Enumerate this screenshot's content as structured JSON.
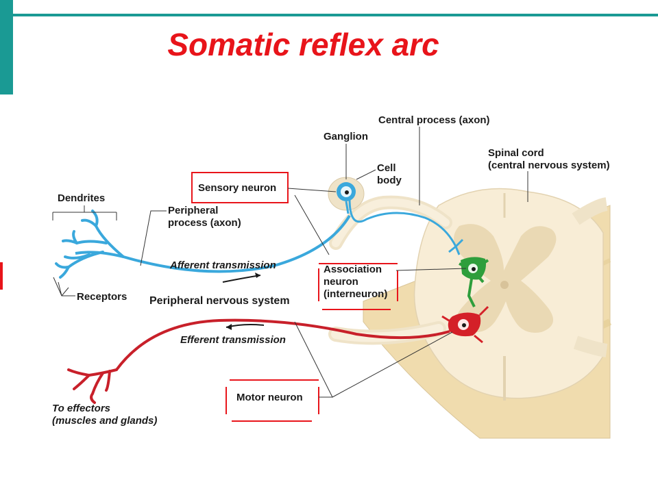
{
  "title": "Somatic reflex arc",
  "labels": {
    "dendrites": "Dendrites",
    "receptors": "Receptors",
    "peripheral_process_line1": "Peripheral",
    "peripheral_process_line2": "process (axon)",
    "afferent": "Afferent transmission",
    "pns": "Peripheral nervous system",
    "ganglion": "Ganglion",
    "cell_body_line1": "Cell",
    "cell_body_line2": "body",
    "central_process": "Central process (axon)",
    "spinal_cord_line1": "Spinal cord",
    "spinal_cord_line2": "(central nervous system)",
    "sensory_neuron": "Sensory neuron",
    "association_line1": "Association",
    "association_line2": "neuron",
    "association_line3": "(interneuron)",
    "efferent": "Efferent transmission",
    "motor_neuron": "Motor neuron",
    "effectors_line1": "To effectors",
    "effectors_line2": "(muscles and glands)"
  },
  "colors": {
    "accent_teal": "#1a9a94",
    "title_red": "#e8141a",
    "highlight_red": "#e8141a",
    "sensory_blue": "#3aa8dc",
    "motor_red": "#c8202a",
    "inter_green": "#2e9e3c",
    "cord_cream": "#f8edd6",
    "cord_tan": "#f0dcae",
    "grey_matter": "#ead9b4"
  }
}
